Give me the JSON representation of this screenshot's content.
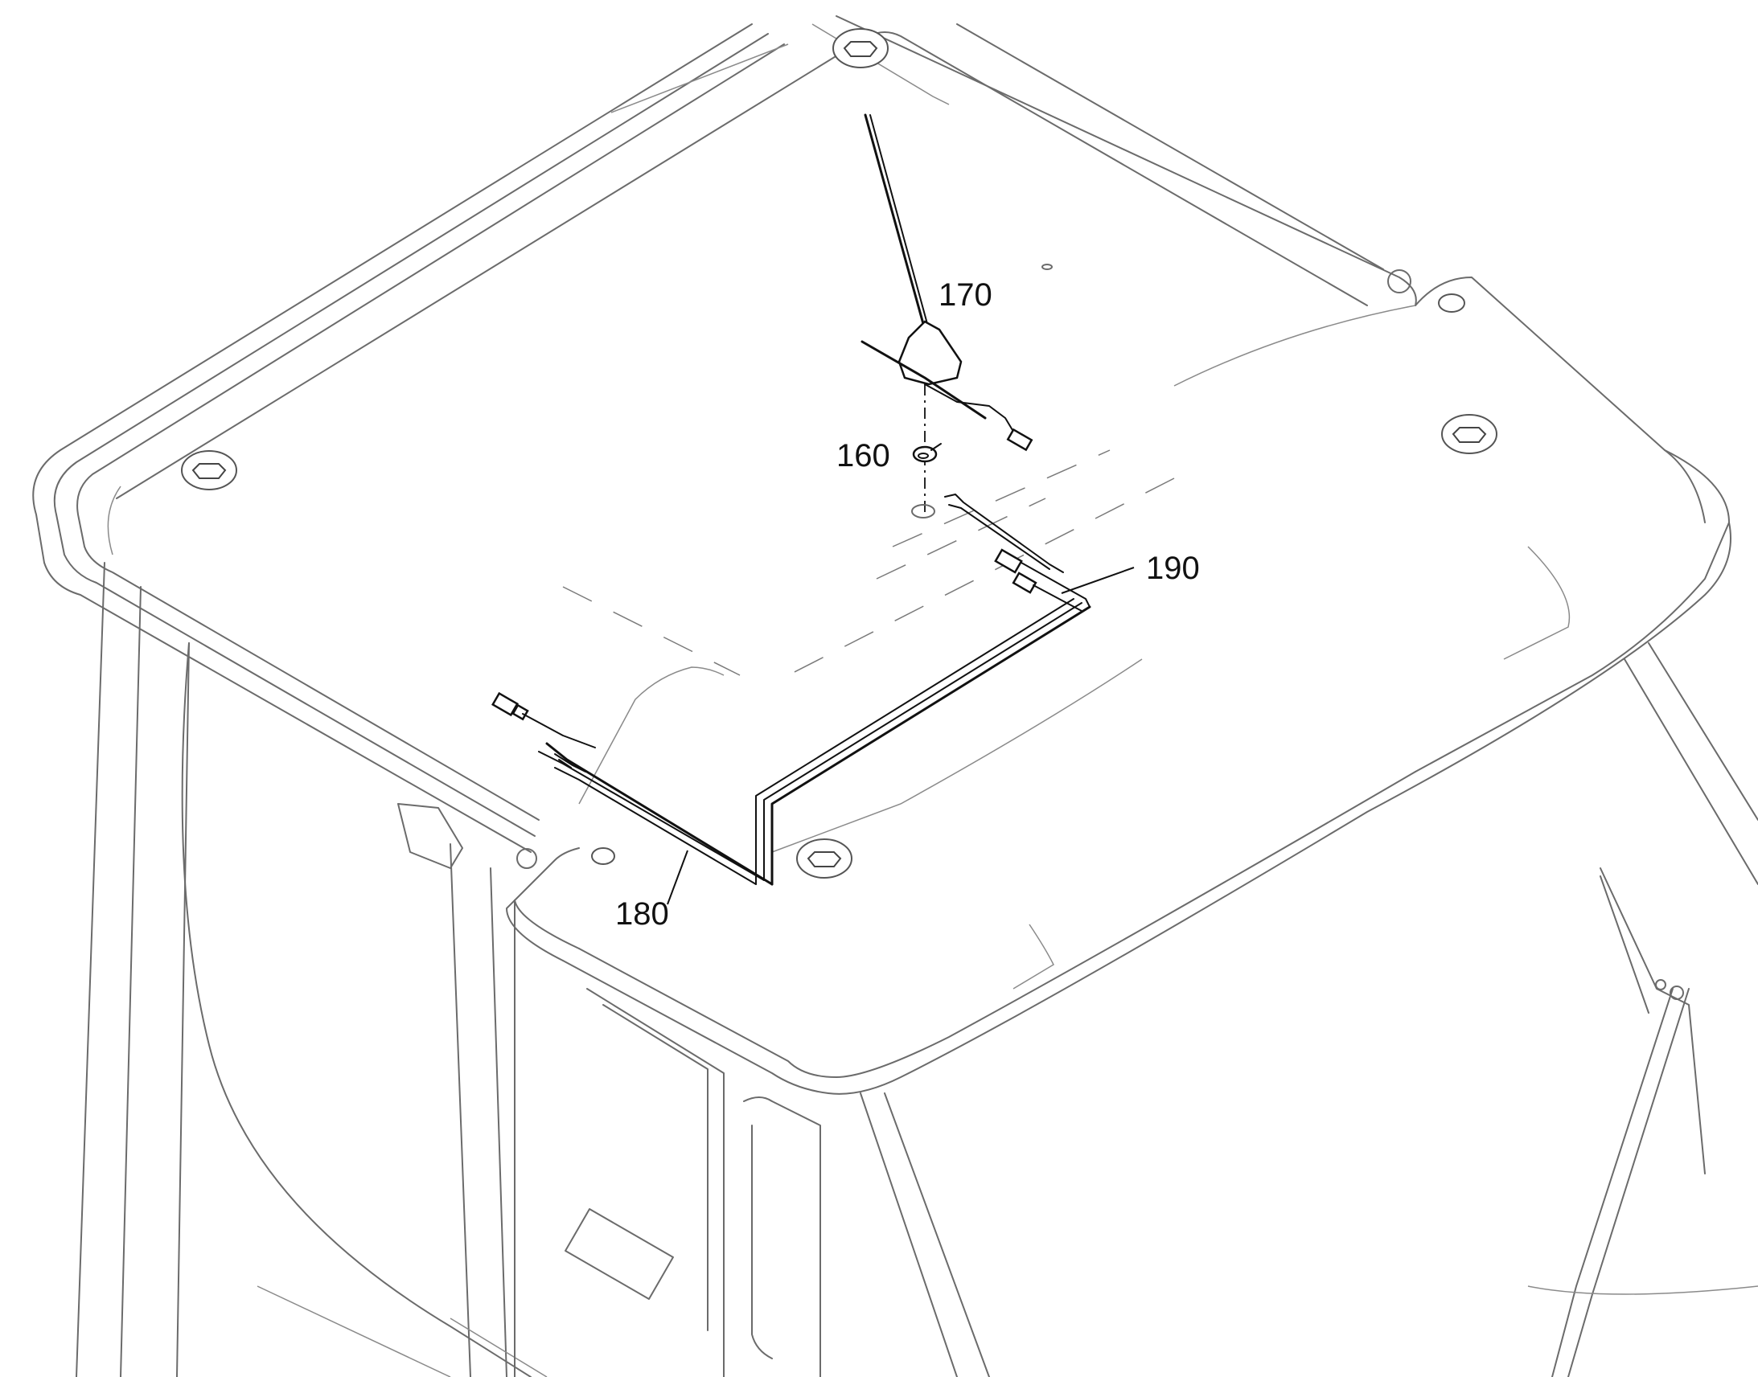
{
  "callouts": {
    "c170": "170",
    "c160": "160",
    "c190": "190",
    "c180": "180"
  },
  "parts": [
    {
      "number": "160",
      "item": "grommet"
    },
    {
      "number": "170",
      "item": "antenna"
    },
    {
      "number": "180",
      "item": "harness"
    },
    {
      "number": "190",
      "item": "harness"
    }
  ],
  "colors": {
    "line_art": "#6b6b6b",
    "highlighted_parts": "#111111",
    "background": "#ffffff"
  }
}
